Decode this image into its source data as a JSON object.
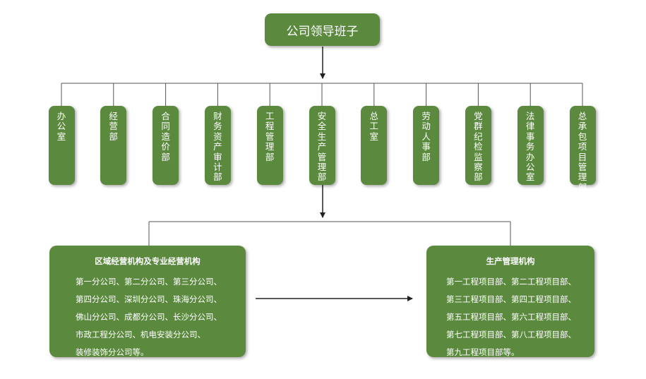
{
  "top": {
    "label": "公司领导班子"
  },
  "departments": [
    "办公室",
    "经营部",
    "合同造价部",
    "财务资产审计部",
    "工程管理部",
    "安全生产管理部",
    "总工室",
    "劳动人事部",
    "党群纪检监察部",
    "法律事务办公室",
    "总承包项目管理部"
  ],
  "left_panel": {
    "title": "区域经营机构及专业经营机构",
    "lines": [
      "第一分公司、第二分公司、第三分公司、",
      "第四分公司、深圳分公司、珠海分公司、",
      "佛山分公司、成都分公司、长沙分公司、",
      "市政工程分公司、机电安装分公司、",
      "装修装饰分公司等。"
    ]
  },
  "right_panel": {
    "title": "生产管理机构",
    "lines": [
      "第一工程项目部、第二工程项目部、",
      "第三工程项目部、第四工程项目部、",
      "第五工程项目部、第六工程项目部、",
      "第七工程项目部、第八工程项目部、",
      "第九工程项目部等。"
    ]
  },
  "colors": {
    "box": "#5b8a3f",
    "line": "#555555",
    "text": "#ffffff"
  }
}
